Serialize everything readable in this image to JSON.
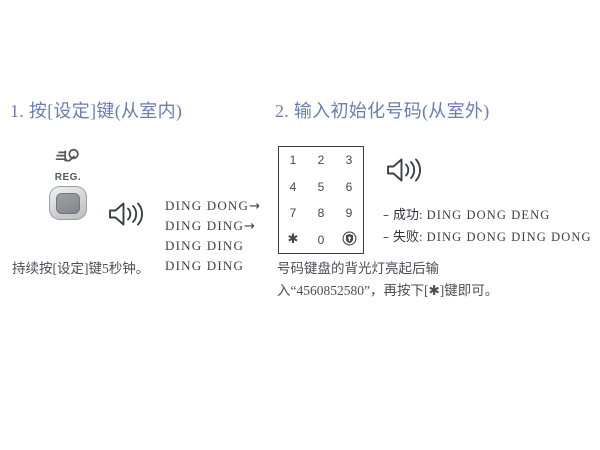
{
  "document": {
    "background_color": "#ffffff",
    "heading_color": "#6d7cb0",
    "body_text_color": "#4a4e55"
  },
  "steps": [
    {
      "id": "step-1",
      "heading": "1. 按[设定]键(从室内)",
      "device": {
        "icon": "press-finger-icon",
        "label": "REG.",
        "button_name": "reg-button"
      },
      "speaker_icon": "speaker-sound-icon",
      "tones": [
        {
          "text": "DING DONG",
          "arrow": "→"
        },
        {
          "text": "DING DING",
          "arrow": "→"
        },
        {
          "text": "DING DING",
          "arrow": ""
        },
        {
          "text": "DING DING",
          "arrow": ""
        }
      ],
      "caption": "持续按[设定]键5秒钟。"
    },
    {
      "id": "step-2",
      "heading": "2. 输入初始化号码(从室外)",
      "keypad": {
        "keys": [
          {
            "label": "1",
            "type": "digit"
          },
          {
            "label": "2",
            "type": "digit"
          },
          {
            "label": "3",
            "type": "digit"
          },
          {
            "label": "4",
            "type": "digit"
          },
          {
            "label": "5",
            "type": "digit"
          },
          {
            "label": "6",
            "type": "digit"
          },
          {
            "label": "7",
            "type": "digit"
          },
          {
            "label": "8",
            "type": "digit"
          },
          {
            "label": "9",
            "type": "digit"
          },
          {
            "label": "✱",
            "type": "star"
          },
          {
            "label": "0",
            "type": "digit"
          },
          {
            "label": "",
            "type": "lock-icon"
          }
        ]
      },
      "speaker_icon": "speaker-sound-icon",
      "results": [
        {
          "dash": "–",
          "label": "成功:",
          "tone": "DING DONG DENG"
        },
        {
          "dash": "–",
          "label": "失败:",
          "tone": "DING DONG DING DONG"
        }
      ],
      "caption_lines": [
        "号码键盘的背光灯亮起后输",
        "入“4560852580”，再按下[✱]键即可。"
      ]
    }
  ]
}
